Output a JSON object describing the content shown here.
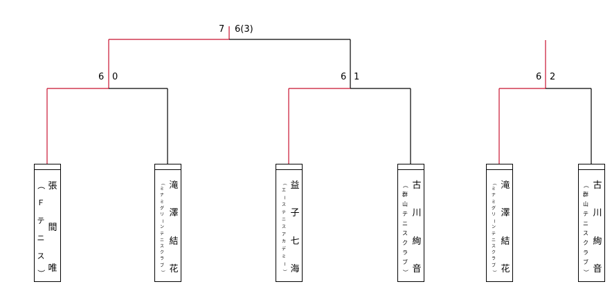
{
  "colors": {
    "winner_line": "#c8102e",
    "line": "#000000",
    "text": "#000000"
  },
  "matches": [
    {
      "id": "final",
      "score_left": "7",
      "score_right": "6(3)"
    },
    {
      "id": "semi-left",
      "score_left": "6",
      "score_right": "0"
    },
    {
      "id": "semi-center",
      "score_left": "6",
      "score_right": "1"
    },
    {
      "id": "semi-right",
      "score_left": "6",
      "score_right": "2"
    }
  ],
  "players": [
    {
      "name": "張間唯",
      "club": "（Ｆテニス）"
    },
    {
      "name": "滝澤結花",
      "club": "（ミナミグリーンテニスクラブ）"
    },
    {
      "name": "益子七海",
      "club": "（エーステニスアカデミー）"
    },
    {
      "name": "古川絢音",
      "club": "（群山テニスクラブ）"
    },
    {
      "name": "滝澤結花",
      "club": "（ミナミグリーンテニスクラブ）"
    },
    {
      "name": "古川絢音",
      "club": "（群山テニスクラブ）"
    }
  ]
}
